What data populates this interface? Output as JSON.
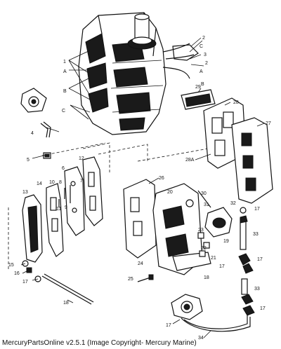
{
  "caption": "MercuryPartsOnline v2.5.1 (Image Copyright- Mercury Marine)",
  "callouts": {
    "c1": "1",
    "c2a": "2",
    "c2b": "2",
    "c3": "3",
    "cA1": "A",
    "cA2": "A",
    "cB1": "B",
    "cB2": "B",
    "cC1": "C",
    "cC2": "C",
    "c4": "4",
    "c5": "5",
    "c6": "6",
    "c7": "7",
    "c8": "8",
    "c9": "9",
    "c10": "10",
    "c11": "11",
    "c12": "12",
    "c13": "13",
    "c14": "14",
    "c15": "15",
    "c16": "16",
    "c17a": "17",
    "c17b": "17",
    "c17c": "17",
    "c17d": "17",
    "c17e": "17",
    "c17f": "17",
    "c18a": "18",
    "c18b": "18",
    "c19": "19",
    "c20": "20",
    "c21": "21",
    "c22": "22",
    "c23": "23",
    "c24": "24",
    "c25": "25",
    "c26": "26",
    "c27": "27",
    "c28": "28",
    "c28a": "28A",
    "c29": "29",
    "c30": "30",
    "c31": "31",
    "c32": "32",
    "c33a": "33",
    "c33b": "33",
    "c34": "34"
  }
}
